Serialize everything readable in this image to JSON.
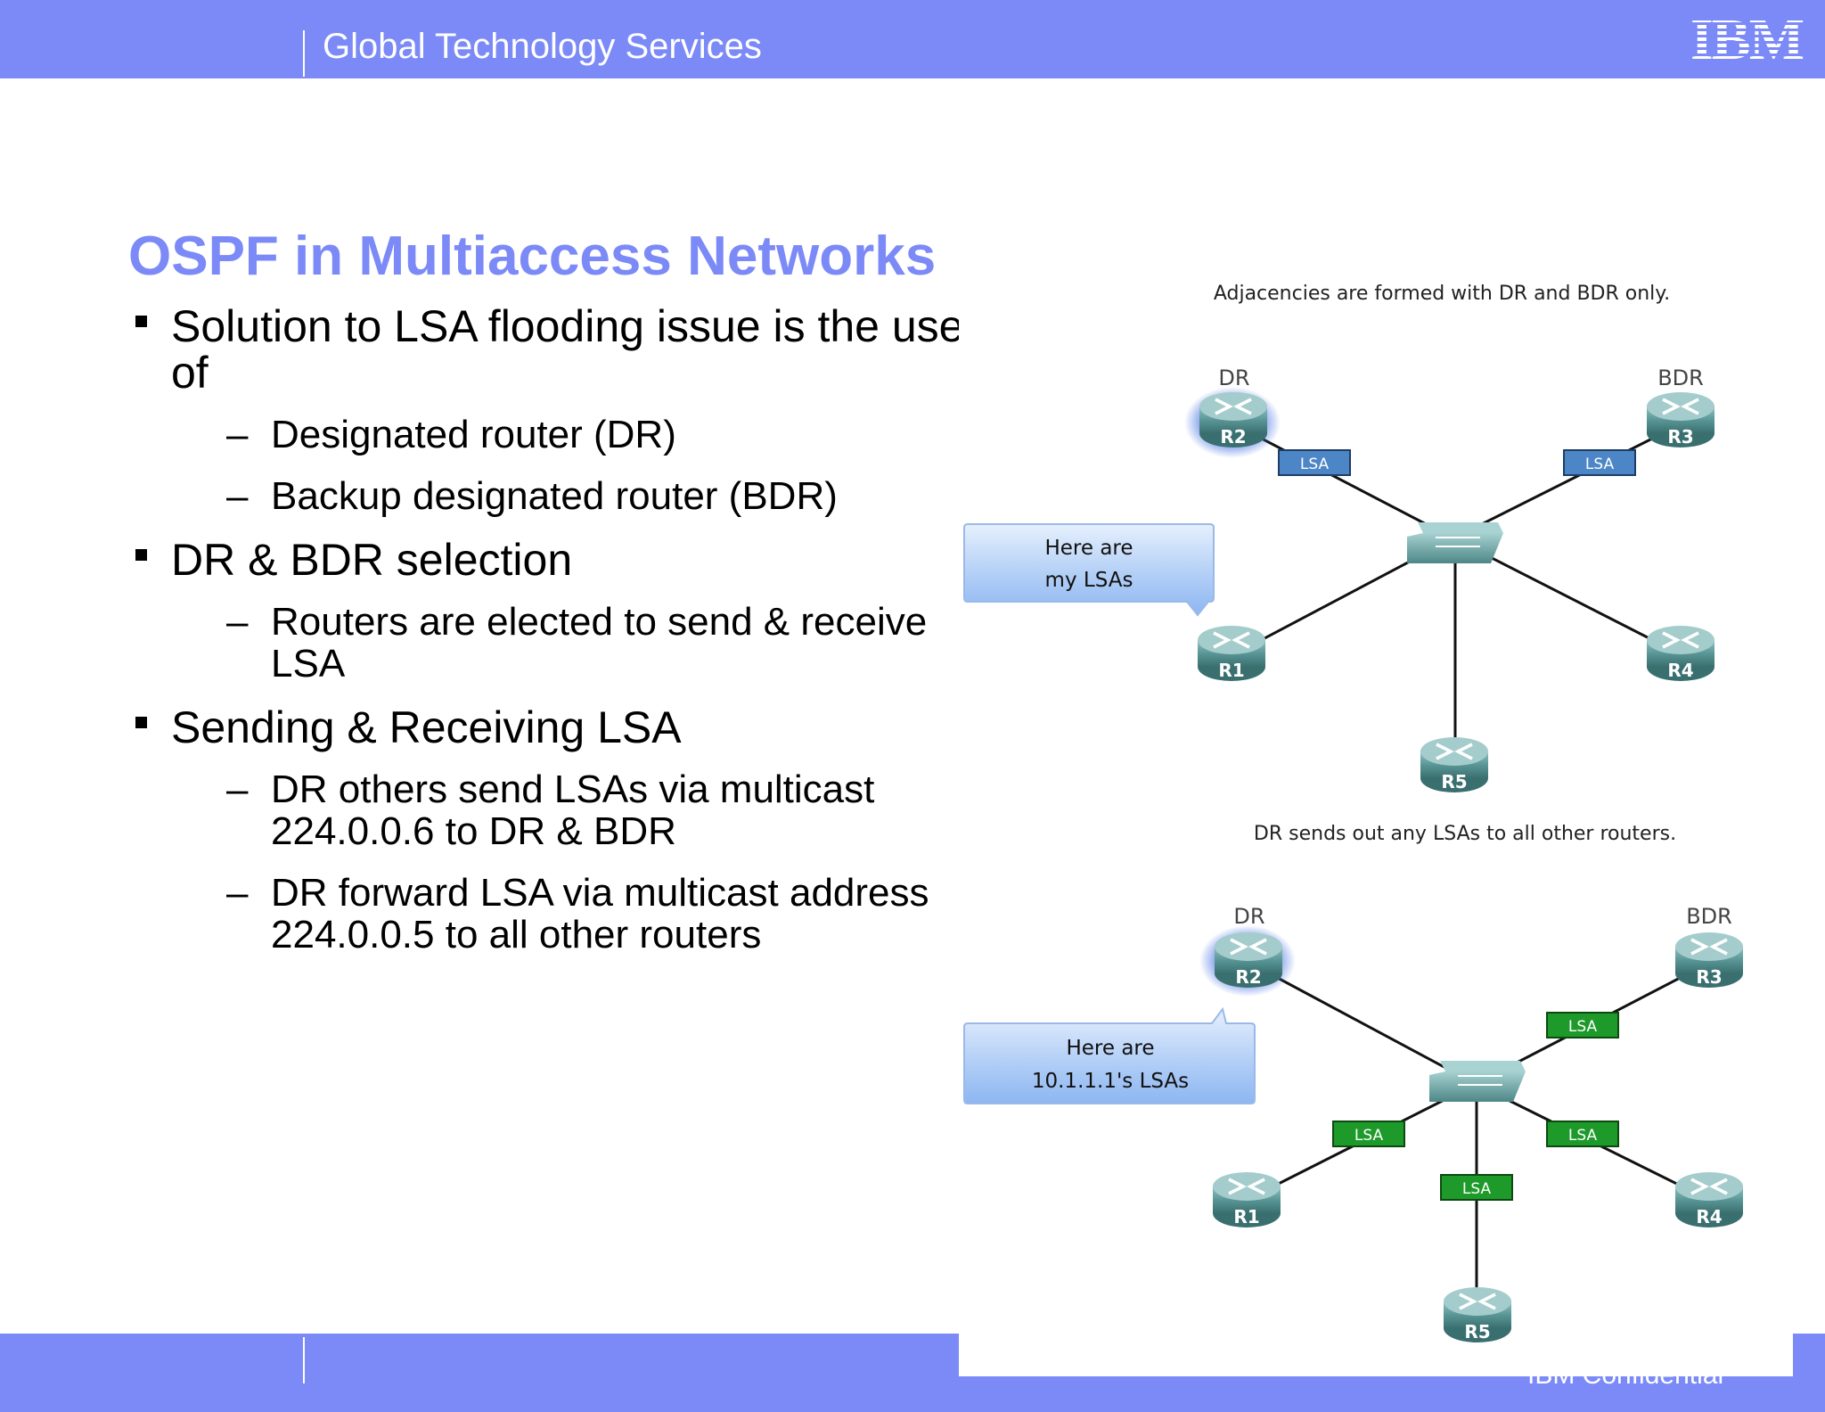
{
  "header": {
    "brand": "Global Technology Services",
    "logo_text": "IBM"
  },
  "slide": {
    "title": "OSPF in Multiaccess Networks",
    "bullets": [
      {
        "text": "Solution to LSA flooding issue is the use of",
        "sub": [
          "Designated router (DR)",
          "Backup designated router (BDR)"
        ]
      },
      {
        "text": "DR & BDR selection",
        "sub": [
          "Routers are elected to send & receive LSA"
        ]
      },
      {
        "text": "Sending & Receiving LSA",
        "sub": [
          "DR others send LSAs via multicast 224.0.0.6 to DR & BDR",
          "DR forward LSA via multicast address 224.0.0.5 to all other routers"
        ]
      }
    ],
    "dash": "–"
  },
  "diagram": {
    "top": {
      "caption": "Adjacencies are formed with DR and BDR only.",
      "dr_label": "DR",
      "bdr_label": "BDR",
      "routers": [
        "R2",
        "R3",
        "R1",
        "R4",
        "R5"
      ],
      "lsa": "LSA",
      "bubble": [
        "Here are",
        "my LSAs"
      ]
    },
    "bottom": {
      "caption": "DR sends out any LSAs to all other routers.",
      "dr_label": "DR",
      "bdr_label": "BDR",
      "routers": [
        "R2",
        "R3",
        "R1",
        "R4",
        "R5"
      ],
      "lsa": "LSA",
      "bubble": [
        "Here are",
        "10.1.1.1's LSAs"
      ]
    },
    "colors": {
      "router": "#4f8c8c",
      "lsa_blue": "#4c86c6",
      "lsa_green": "#1e9a2a",
      "bubble": "#a9c8f5"
    }
  },
  "footer": {
    "confidential": "IBM Confidential"
  }
}
